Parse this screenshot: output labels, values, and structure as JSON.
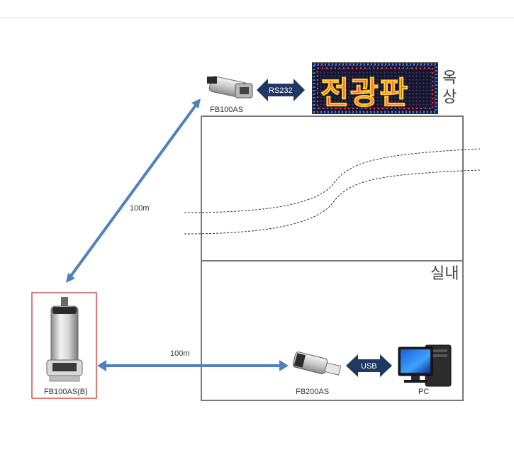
{
  "colors": {
    "link_arrow": "#4f81bd",
    "dark_arrow": "#1f3864",
    "zone_border": "#777777",
    "highlight_box": "#cc2222"
  },
  "top_device": {
    "label": "FB100AS",
    "icon": "serial-adapter-icon"
  },
  "rs232": {
    "label": "RS232",
    "icon": "double-arrow-icon"
  },
  "led_sign": {
    "text": "전광판",
    "icon": "led-sign-icon"
  },
  "rooftop": {
    "label_line1": "옥",
    "label_line2": "상"
  },
  "indoor": {
    "label": "실내"
  },
  "link_top": {
    "distance": "100m"
  },
  "link_bottom": {
    "distance": "100m"
  },
  "left_device": {
    "label": "FB100AS(B)",
    "icon": "serial-adapter-icon"
  },
  "usb_device": {
    "label": "FB200AS",
    "icon": "usb-dongle-icon"
  },
  "usb": {
    "label": "USB",
    "icon": "double-arrow-icon"
  },
  "pc": {
    "label": "PC",
    "icon": "pc-icon"
  }
}
